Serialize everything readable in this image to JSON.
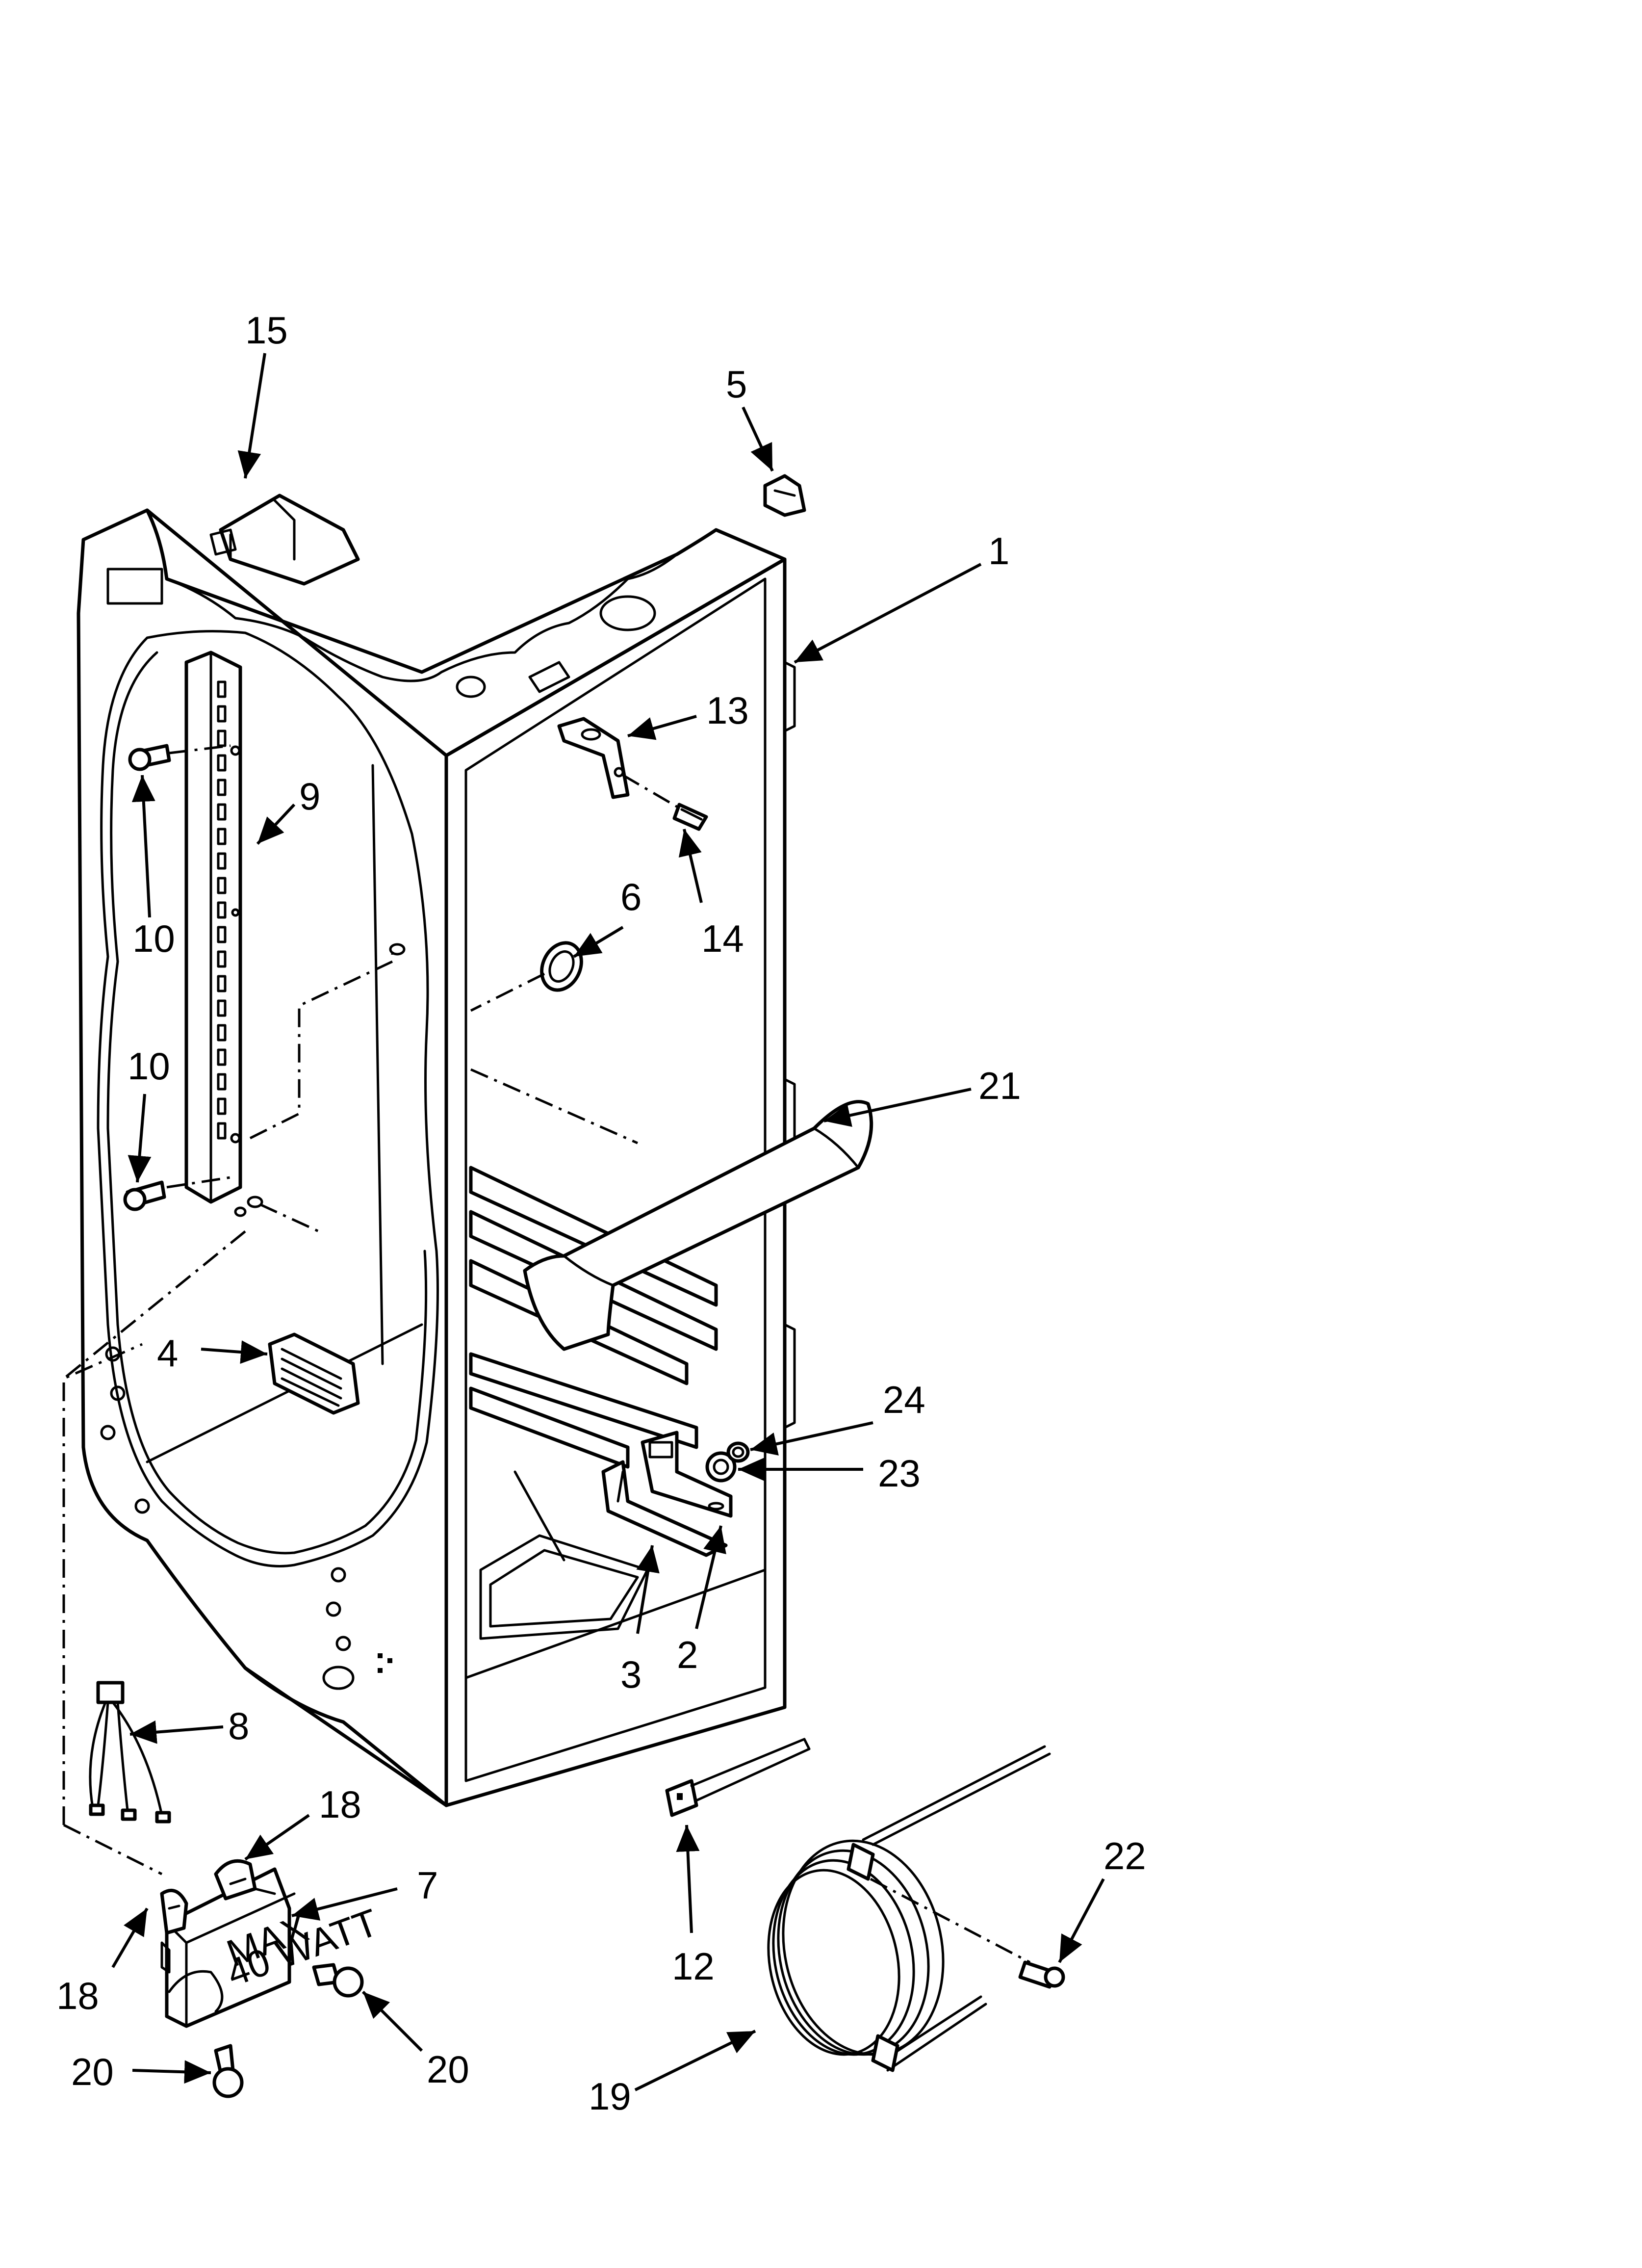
{
  "diagram": {
    "callouts": [
      {
        "id": "15",
        "label": "15"
      },
      {
        "id": "5",
        "label": "5"
      },
      {
        "id": "1",
        "label": "1"
      },
      {
        "id": "13",
        "label": "13"
      },
      {
        "id": "9",
        "label": "9"
      },
      {
        "id": "10a",
        "label": "10"
      },
      {
        "id": "14",
        "label": "14"
      },
      {
        "id": "6",
        "label": "6"
      },
      {
        "id": "10b",
        "label": "10"
      },
      {
        "id": "21",
        "label": "21"
      },
      {
        "id": "4",
        "label": "4"
      },
      {
        "id": "24",
        "label": "24"
      },
      {
        "id": "23",
        "label": "23"
      },
      {
        "id": "2",
        "label": "2"
      },
      {
        "id": "3",
        "label": "3"
      },
      {
        "id": "8",
        "label": "8"
      },
      {
        "id": "18a",
        "label": "18"
      },
      {
        "id": "7",
        "label": "7"
      },
      {
        "id": "18b",
        "label": "18"
      },
      {
        "id": "12",
        "label": "12"
      },
      {
        "id": "22",
        "label": "22"
      },
      {
        "id": "20a",
        "label": "20"
      },
      {
        "id": "20b",
        "label": "20"
      },
      {
        "id": "19",
        "label": "19"
      }
    ],
    "light_housing_text": {
      "line1": "MAX",
      "line2": "40 WATT"
    }
  }
}
